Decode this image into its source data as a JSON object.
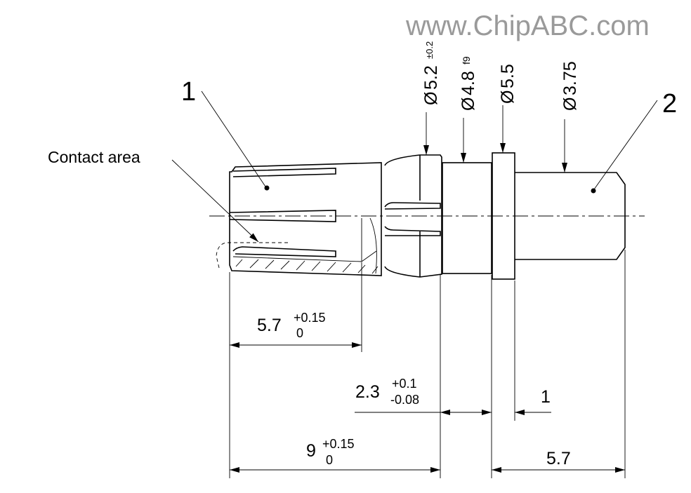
{
  "watermark": "www.ChipABC.com",
  "labels": {
    "part1": "1",
    "part2": "2",
    "contact_area": "Contact area"
  },
  "diameters": [
    {
      "symbol": "Ø",
      "value": "5.2",
      "tolerance": "±0.2"
    },
    {
      "symbol": "Ø",
      "value": "4.8",
      "tolerance": "f9"
    },
    {
      "symbol": "Ø",
      "value": "5.5",
      "tolerance": ""
    },
    {
      "symbol": "Ø",
      "value": "3.75",
      "tolerance": ""
    }
  ],
  "dimensions": {
    "contact_length": {
      "value": "5.7",
      "upper": "+0.15",
      "lower": "0"
    },
    "sleeve_length": {
      "value": "2.3",
      "upper": "+0.1",
      "lower": "-0.08"
    },
    "flange_width": {
      "value": "1"
    },
    "overall_front": {
      "value": "9",
      "upper": "+0.15",
      "lower": "0"
    },
    "pin_length": {
      "value": "5.7"
    }
  }
}
